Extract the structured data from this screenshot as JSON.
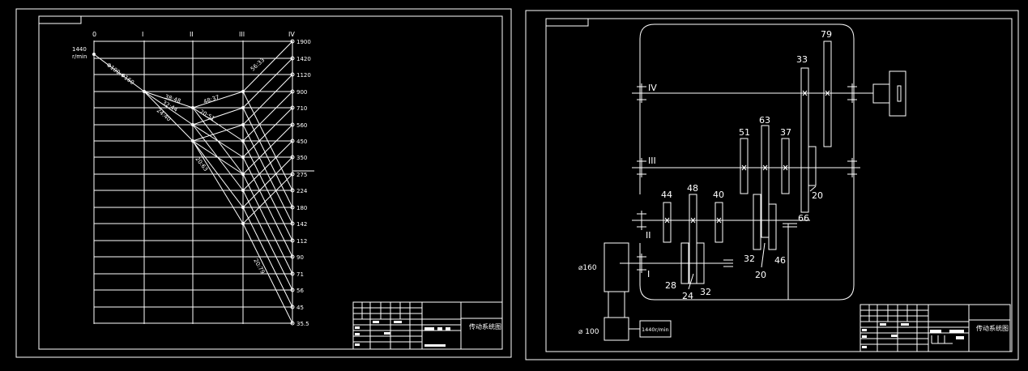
{
  "speed_chart": {
    "shafts": [
      "0",
      "I",
      "II",
      "III",
      "IV"
    ],
    "motor_speed": "1440",
    "motor_unit": "r/min",
    "speeds": [
      "1900",
      "1420",
      "1120",
      "900",
      "710",
      "560",
      "450",
      "350",
      "275",
      "224",
      "180",
      "142",
      "112",
      "90",
      "71",
      "56",
      "45",
      "35.5"
    ],
    "ratios": {
      "belt": "Φ100:Φ160",
      "i_ii_a": "38:48",
      "i_ii_b": "32:44",
      "i_ii_c": "24:40",
      "ii_iii_a": "48:37",
      "ii_iii_b": "20:51",
      "ii_iii_c": "20:63",
      "iii_iv_a": "56:33",
      "iii_iv_b": "20:79"
    },
    "title_block_label": "传动系统图"
  },
  "gear_diagram": {
    "shafts": [
      "IV",
      "III",
      "II",
      "I"
    ],
    "gear_teeth": {
      "g33": "33",
      "g79": "79",
      "g51": "51",
      "g63": "63",
      "g37": "37",
      "g44": "44",
      "g48": "48",
      "g40": "40",
      "g20a": "20",
      "g66": "66",
      "g32a": "32",
      "g46": "46",
      "g20b": "20",
      "g28": "28",
      "g24": "24",
      "g32b": "32"
    },
    "pulley_large": "⌀160",
    "pulley_small": "⌀ 100",
    "motor_label": "1440r/min",
    "title_block_label": "传动系统图"
  },
  "colors": {
    "background": "#000000",
    "lines": "#ffffff"
  }
}
